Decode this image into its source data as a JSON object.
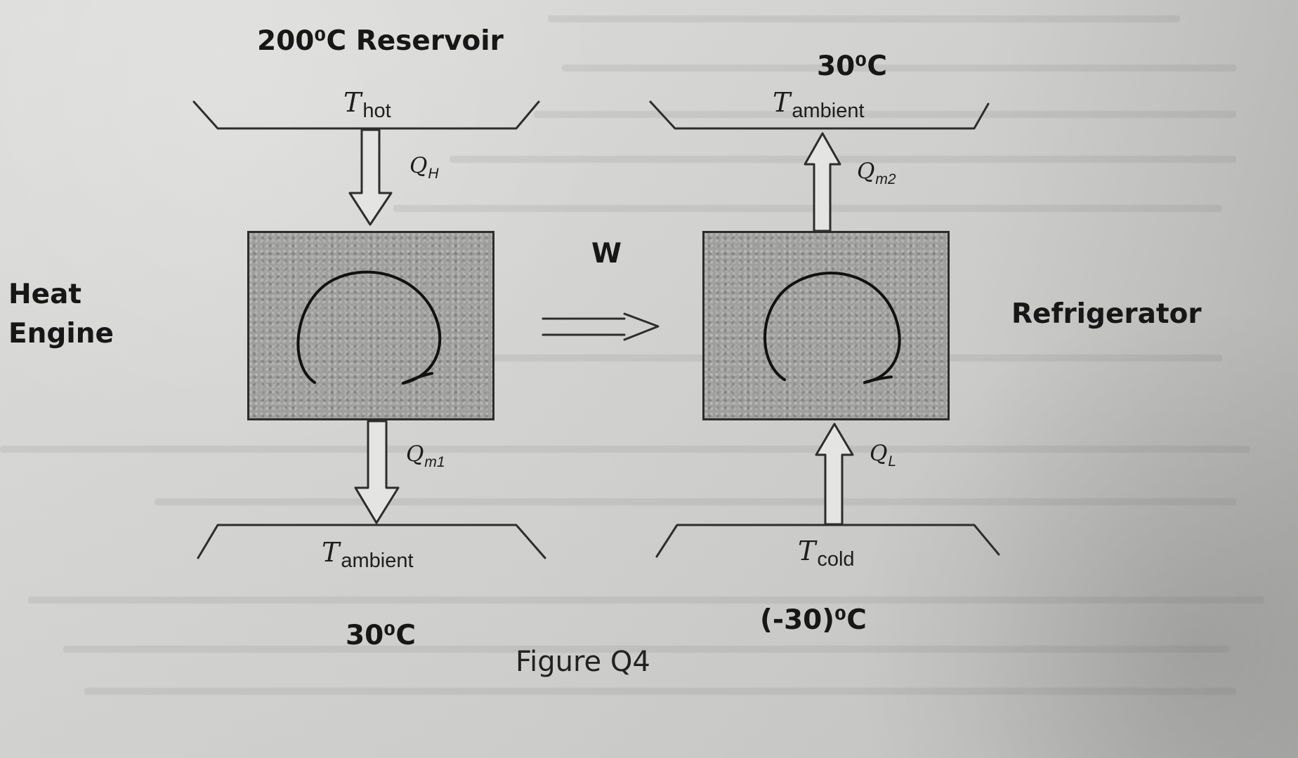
{
  "diagram": {
    "reservoir_hot_title": "200⁰C Reservoir",
    "top_right_temperature": "30⁰C",
    "bottom_left_temperature": "30⁰C",
    "bottom_right_temperature": "(-30)⁰C",
    "figure_caption": "Figure Q4",
    "heat_engine_label_line1": "Heat",
    "heat_engine_label_line2": "Engine",
    "refrigerator_label": "Refrigerator",
    "work_label": "W",
    "left_top_symbol": "T",
    "left_top_subscript": "hot",
    "left_bottom_symbol": "T",
    "left_bottom_subscript": "ambient",
    "right_top_symbol": "T",
    "right_top_subscript": "ambient",
    "right_bottom_symbol": "T",
    "right_bottom_subscript": "cold",
    "q_h_symbol": "Q",
    "q_h_subscript": "H",
    "q_m1_symbol": "Q",
    "q_m1_subscript": "m1",
    "q_m2_symbol": "Q",
    "q_m2_subscript": "m2",
    "q_l_symbol": "Q",
    "q_l_subscript": "L"
  },
  "colors": {
    "paper": "#d6d6d4",
    "ink": "#161616",
    "box_fill": "#9f9f9d"
  }
}
